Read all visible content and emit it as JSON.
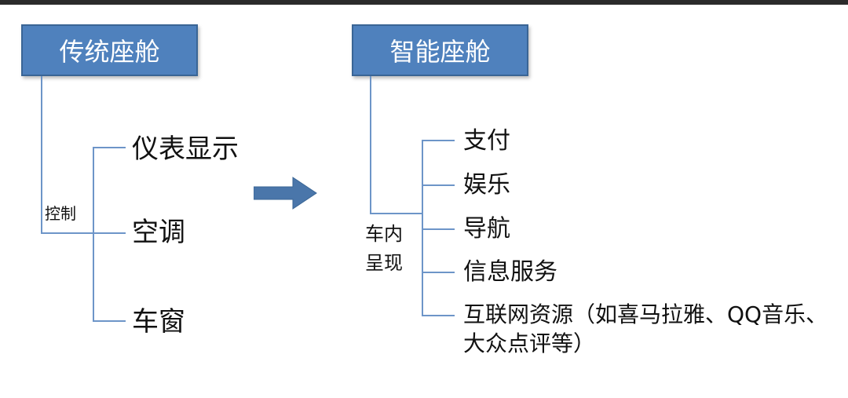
{
  "traditional": {
    "title": "传统座舱",
    "group_label": "控制",
    "items": [
      "仪表显示",
      "空调",
      "车窗"
    ]
  },
  "smart": {
    "title": "智能座舱",
    "group_label_line1": "车内",
    "group_label_line2": "呈现",
    "items": [
      "支付",
      "娱乐",
      "导航",
      "信息服务",
      "互联网资源（如喜马拉雅、QQ音乐、",
      "大众点评等）"
    ]
  },
  "colors": {
    "box_fill": "#4f81bd",
    "line": "#6d95c8",
    "arrow": "#4a76aa"
  }
}
